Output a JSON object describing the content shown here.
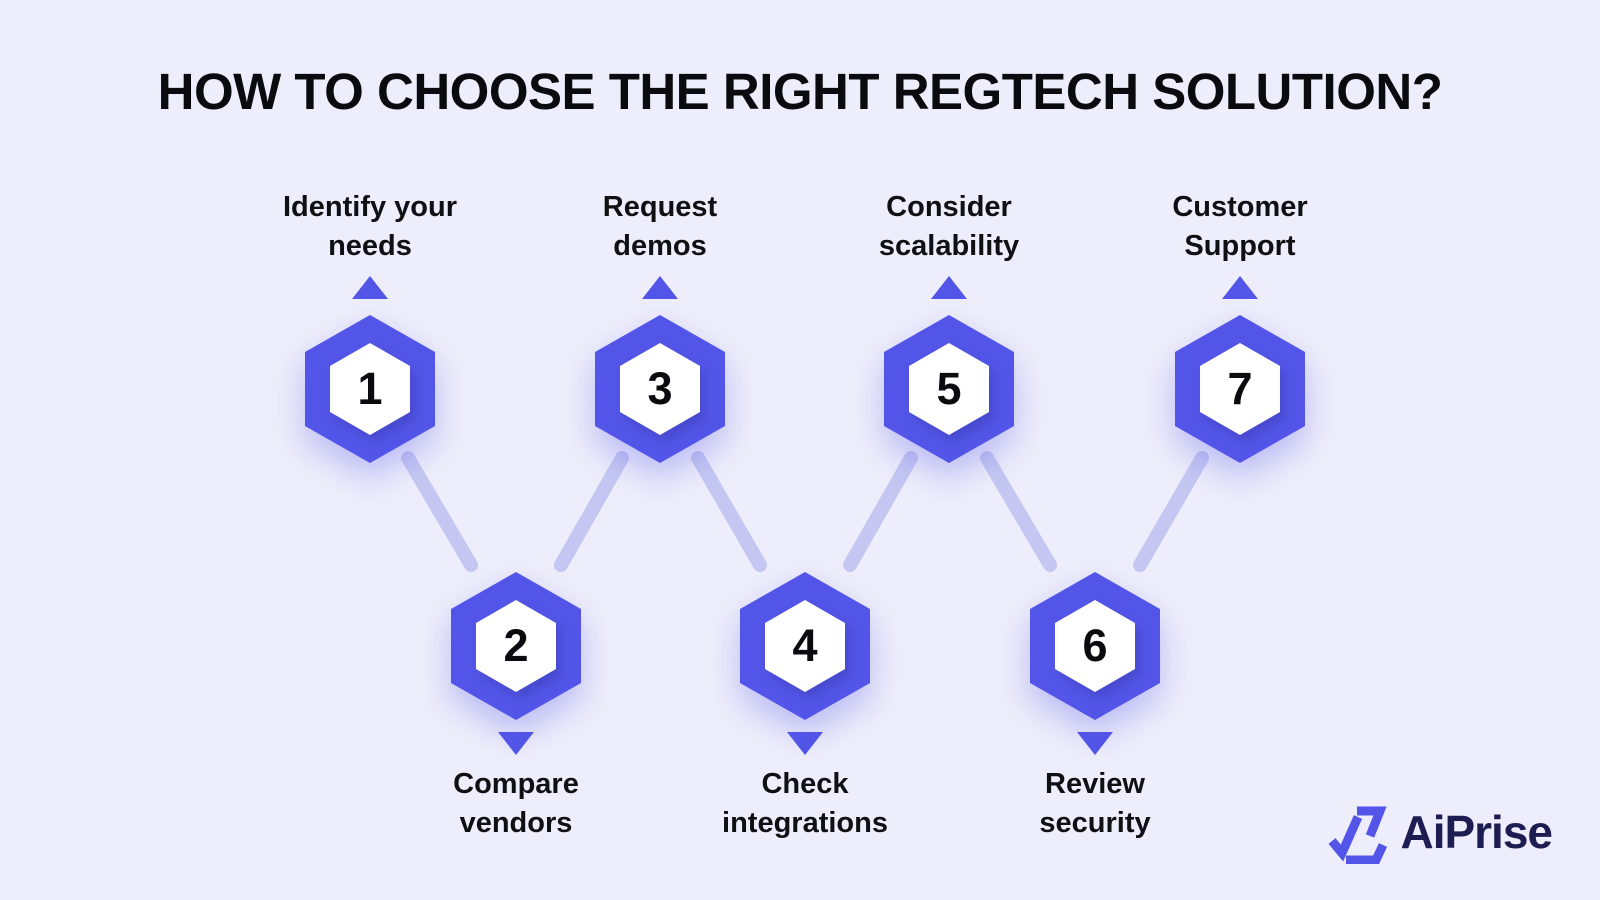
{
  "title": "HOW TO CHOOSE THE RIGHT REGTECH SOLUTION?",
  "steps": [
    {
      "number": "1",
      "label": "Identify your needs",
      "position": "top"
    },
    {
      "number": "2",
      "label": "Compare vendors",
      "position": "bottom"
    },
    {
      "number": "3",
      "label": "Request demos",
      "position": "top"
    },
    {
      "number": "4",
      "label": "Check integrations",
      "position": "bottom"
    },
    {
      "number": "5",
      "label": "Consider scalability",
      "position": "top"
    },
    {
      "number": "6",
      "label": "Review security",
      "position": "bottom"
    },
    {
      "number": "7",
      "label": "Customer Support",
      "position": "top"
    }
  ],
  "logo": {
    "text": "AiPrise"
  },
  "colors": {
    "background": "#EDEDFB",
    "hexagon_fill": "#5355E8",
    "hexagon_inner": "#FFFFFF",
    "connector": "#C5C7F2",
    "text": "#0B0B0F",
    "logo_text": "#1D1D52",
    "logo_mark": "#5355E8"
  }
}
